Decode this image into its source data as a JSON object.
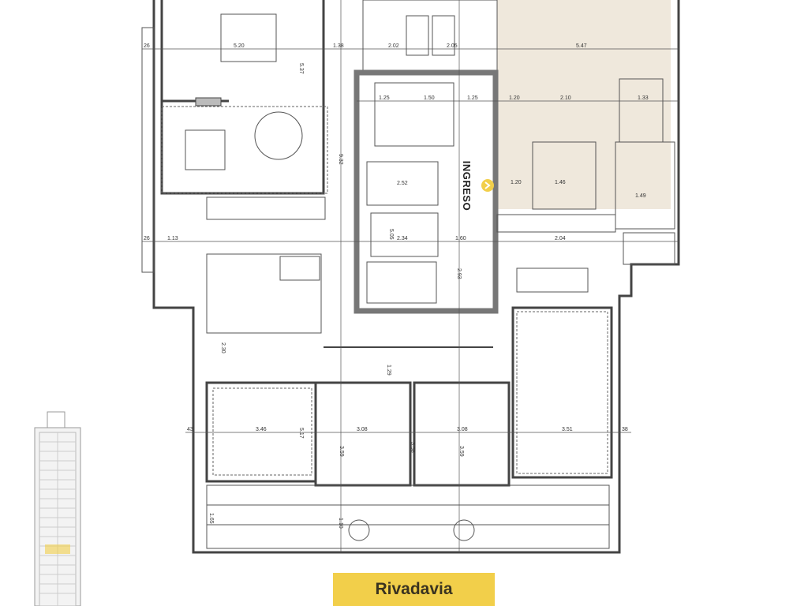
{
  "entrance": {
    "label": "INGRESO",
    "marker_icon": "chevron-right-icon",
    "marker_color": "#f2cf4a"
  },
  "street": {
    "label": "Rivadavia",
    "color": "#f2cf4a"
  },
  "colors": {
    "kitchen_fill": "#efe8dc",
    "wall": "#444444"
  },
  "labels": {
    "dims": [
      "5.20",
      "5.37",
      "1.38",
      "2.02",
      "2.05",
      "5.47",
      "1.25",
      "1.50",
      "1.25",
      "1.20",
      "2.10",
      "1.33",
      "9.32",
      "2.52",
      "1.20",
      "1.46",
      "1.49",
      "1.13",
      "2.34",
      "5.05",
      "1.60",
      "2.04",
      "2.93",
      "3.46",
      "3.08",
      "3.08",
      "3.51",
      "5.17",
      "3.59",
      "3.59",
      "3.58",
      "1.65",
      "1.10",
      "1.29",
      "2.30",
      "43",
      "38",
      "26",
      "26"
    ]
  }
}
